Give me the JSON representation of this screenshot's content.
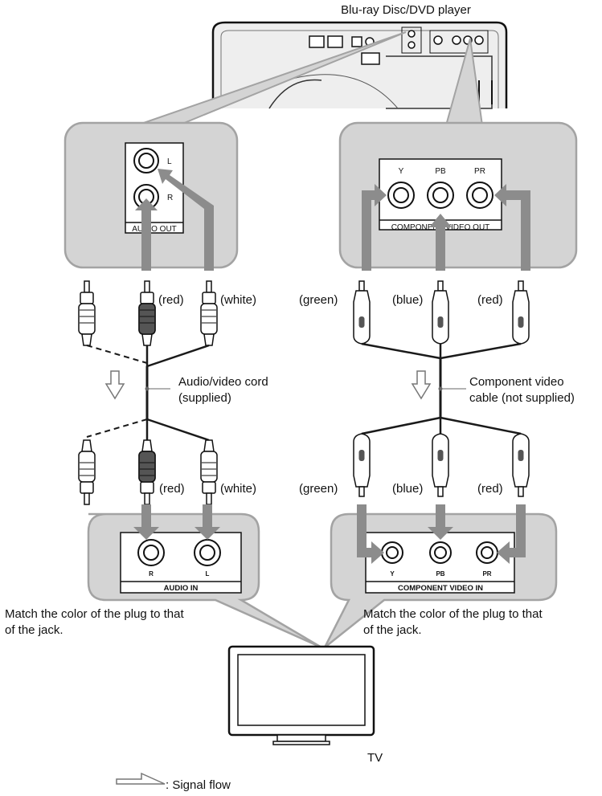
{
  "player_label": "Blu-ray Disc/DVD player",
  "tv_label": "TV",
  "legend_label": ": Signal flow",
  "left": {
    "jack_labels": {
      "l": "L",
      "r": "R"
    },
    "panel_label": "AUDIO OUT",
    "plug_colors_top": [
      "(red)",
      "(white)"
    ],
    "plug_colors_bottom": [
      "(red)",
      "(white)"
    ],
    "cord_label": [
      "Audio/video cord",
      "(supplied)"
    ],
    "tv_jack_labels": [
      "R",
      "L"
    ],
    "tv_panel_label": "AUDIO IN",
    "note": [
      "Match the color of the plug to that",
      "of the jack."
    ]
  },
  "right": {
    "jack_labels": [
      "Y",
      "PB",
      "PR"
    ],
    "panel_label": "COMPONENT VIDEO OUT",
    "plug_colors_top": [
      "(green)",
      "(blue)",
      "(red)"
    ],
    "plug_colors_bottom": [
      "(green)",
      "(blue)",
      "(red)"
    ],
    "cord_label": [
      "Component video",
      "cable (not supplied)"
    ],
    "tv_jack_labels": [
      "Y",
      "PB",
      "PR"
    ],
    "tv_panel_label": "COMPONENT VIDEO IN",
    "note": [
      "Match the color of the plug to that",
      "of the jack."
    ]
  },
  "colors": {
    "panel_fill": "#d4d4d4",
    "panel_stroke": "#a3a3a3",
    "arrow_gray": "#8c8c8c",
    "line": "#1a1a1a"
  }
}
